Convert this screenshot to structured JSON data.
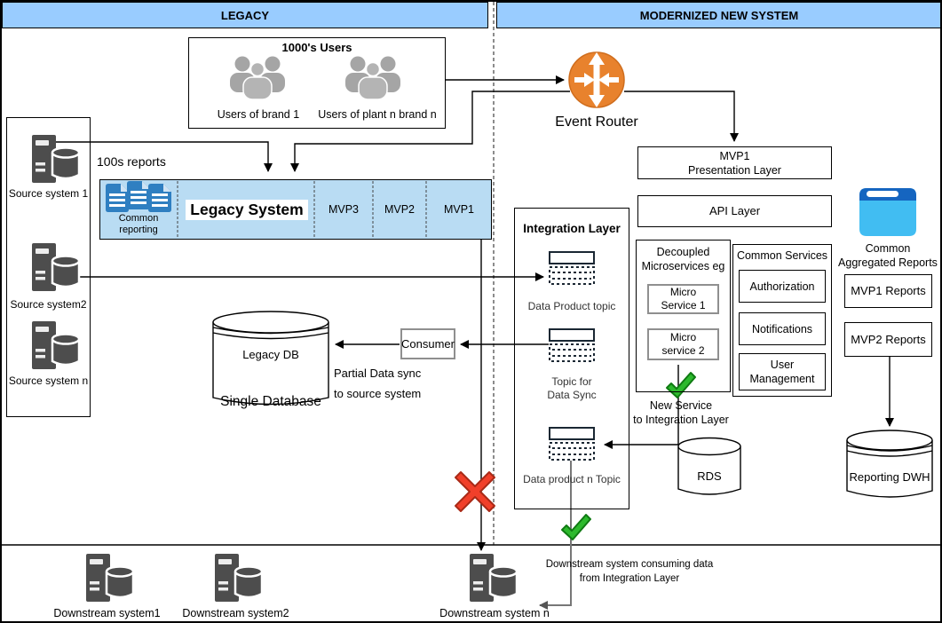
{
  "header": {
    "legacy": "LEGACY",
    "modern": "MODERNIZED NEW SYSTEM"
  },
  "users": {
    "title": "1000's Users",
    "brand1": "Users of brand 1",
    "brand_n": "Users of plant n brand n"
  },
  "event_router": {
    "label": "Event Router"
  },
  "sources": {
    "system1": "Source system 1",
    "system2": "Source system2",
    "system_n": "Source system n"
  },
  "notes": {
    "reports": "100s reports",
    "partial_sync": "Partial Data sync\nto source system",
    "new_service": "New Service\nto Integration Layer",
    "downstream_consuming": "Downstream system consuming data\nfrom Integration Layer"
  },
  "legacy_bar": {
    "common_reporting": "Common\nreporting",
    "title": "Legacy System",
    "mvp3": "MVP3",
    "mvp2": "MVP2",
    "mvp1": "MVP1"
  },
  "legacy_db": {
    "label": "Legacy DB",
    "caption": "Single Database"
  },
  "consumer": {
    "label": "Consumer"
  },
  "integration": {
    "title": "Integration Layer",
    "topic1": "Data Product topic",
    "topic2": "Topic for\nData Sync",
    "topic3": "Data product n Topic"
  },
  "modern": {
    "presentation": "MVP1\nPresentation Layer",
    "api": "API Layer",
    "microservices": {
      "title": "Decoupled\nMicroservices eg",
      "service1": "Micro\nService 1",
      "service2": "Micro\nservice 2"
    },
    "common_services": {
      "title": "Common Services",
      "authorization": "Authorization",
      "notifications": "Notifications",
      "user_management": "User\nManagement"
    },
    "rds": "RDS",
    "aggregated_reports": "Common\nAggregated Reports",
    "mvp1_reports": "MVP1 Reports",
    "mvp2_reports": "MVP2 Reports",
    "dwh": "Reporting DWH"
  },
  "downstream": {
    "system1": "Downstream system1",
    "system2": "Downstream system2",
    "system_n": "Downstream system n"
  },
  "colors": {
    "header_fill": "#99ccff",
    "legacy_bar_fill": "#b9dcf3",
    "router_orange": "#e8822d",
    "doc_blue": "#2f7fc1",
    "server_gray": "#4d4d4d",
    "check_green": "#2db92d",
    "cross_red": "#f1402a",
    "report_icon_top": "#1565c0",
    "report_icon_body": "#41bdf2"
  }
}
